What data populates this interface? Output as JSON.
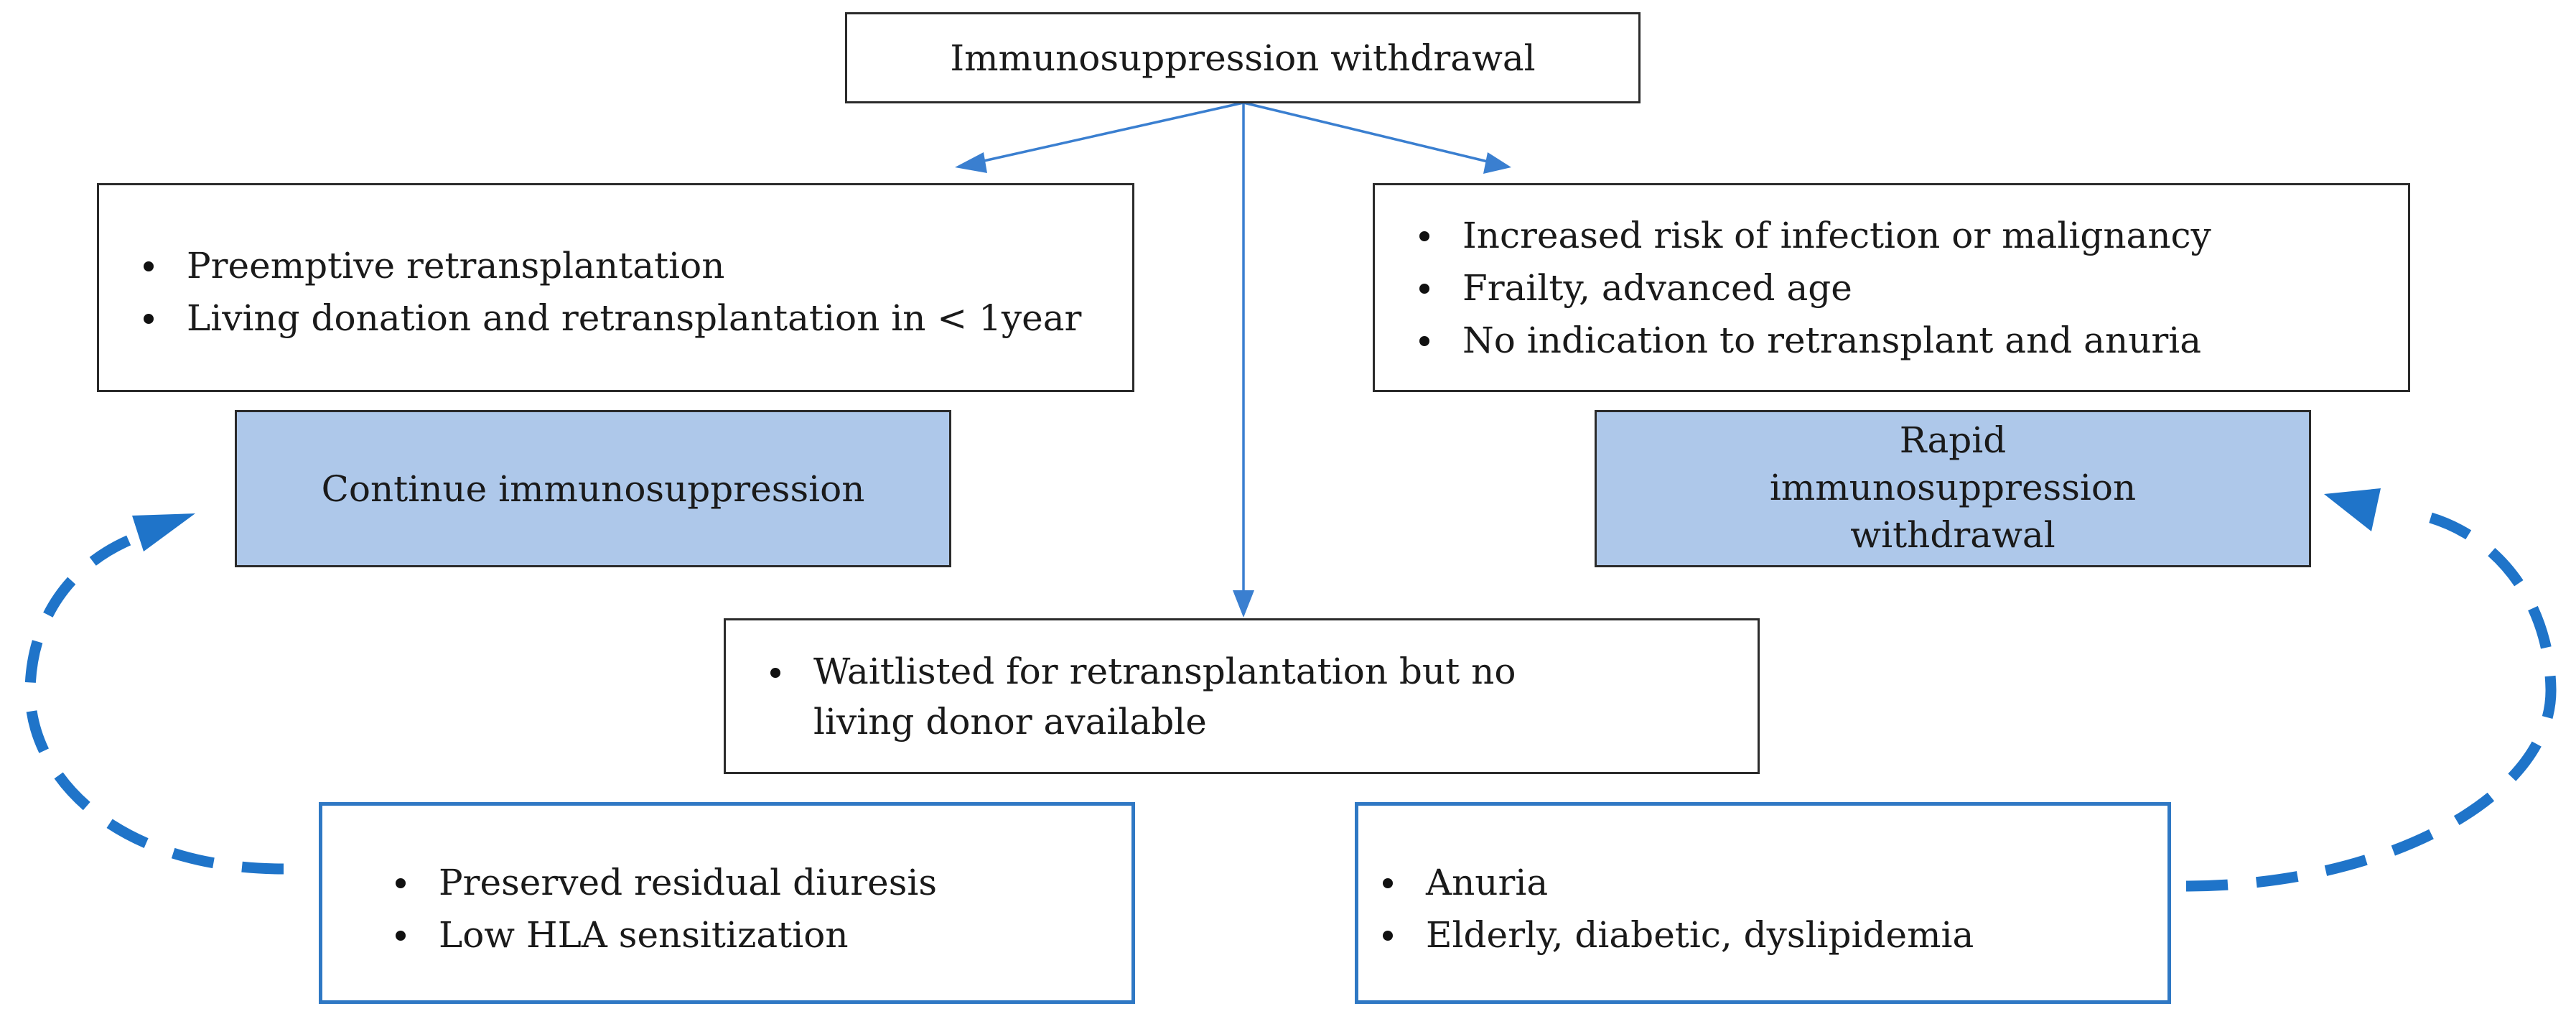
{
  "diagram": {
    "top_node": {
      "label": "Immunosuppression withdrawal"
    },
    "left_criteria": {
      "items": [
        "Preemptive retransplantation",
        "Living donation and retransplantation in < 1year"
      ]
    },
    "right_criteria": {
      "items": [
        "Increased risk of infection or malignancy",
        "Frailty, advanced age",
        "No indication to retransplant and anuria"
      ]
    },
    "left_outcome": {
      "label": "Continue immunosuppression"
    },
    "right_outcome": {
      "label": "Rapid immunosuppression withdrawal"
    },
    "middle_criteria": {
      "items": [
        "Waitlisted for retransplantation but no living donor available"
      ]
    },
    "bottom_left_criteria": {
      "items": [
        "Preserved residual diuresis",
        "Low HLA sensitization"
      ]
    },
    "bottom_right_criteria": {
      "items": [
        "Anuria",
        "Elderly, diabetic, dyslipidemia"
      ]
    }
  },
  "colors": {
    "connector": "#3a7fd0",
    "dashed_loop": "#1f74c9",
    "outcome_fill": "#aec8ea",
    "bottom_box_border": "#2f78c4"
  }
}
